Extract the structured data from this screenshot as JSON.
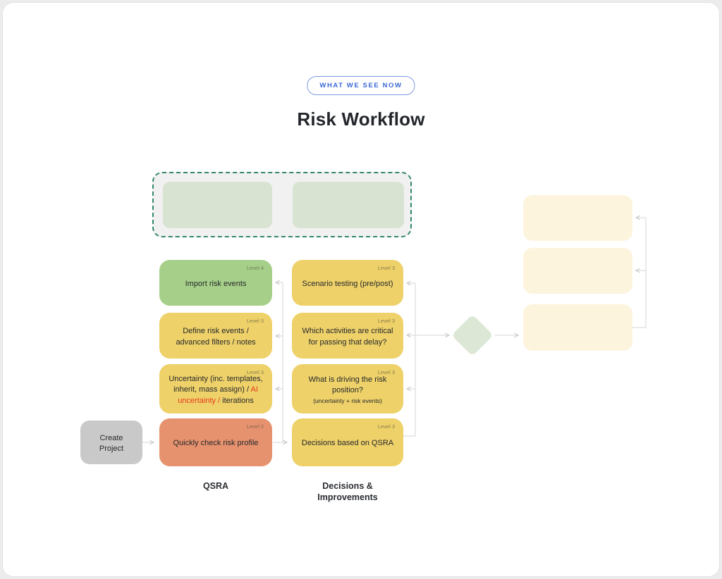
{
  "header": {
    "badge_label": "WHAT WE SEE NOW",
    "title": "Risk Workflow"
  },
  "create_project": {
    "label": "Create Project"
  },
  "qsra_column": {
    "label": "QSRA",
    "boxes": [
      {
        "level": "Level 4",
        "text": "Import risk events"
      },
      {
        "level": "Level 3",
        "text": "Define risk events / advanced filters / notes"
      },
      {
        "level": "Level 3",
        "text_before": "Uncertainty (inc. templates, inherit, mass assign) / ",
        "text_highlight": "AI uncertainty /",
        "text_after": " iterations"
      },
      {
        "level": "Level 2",
        "text": "Quickly check risk profile"
      }
    ]
  },
  "decisions_column": {
    "label": "Decisions & Improvements",
    "boxes": [
      {
        "level": "Level 3",
        "text": "Scenario testing (pre/post)"
      },
      {
        "level": "Level 3",
        "text": "Which activities are critical for passing that delay?"
      },
      {
        "level": "Level 3",
        "text": "What is driving the risk position?",
        "subtext": "(uncertainty + risk events)"
      },
      {
        "level": "Level 3",
        "text": "Decisions based on QSRA"
      }
    ]
  },
  "colors": {
    "badge_blue": "#3c68d4",
    "level4_green": "#a6d089",
    "level3_yellow": "#eed169",
    "level2_orange": "#e7926e",
    "neutral_gray": "#c9c9c9",
    "placeholder_cream": "#fcf4dd",
    "placeholder_green": "#d9e3d2",
    "diamond_green": "#dce7d5",
    "dashed_border_teal": "#33876c",
    "highlight_red": "#e8391d",
    "connector_gray": "#d6d6d6"
  }
}
